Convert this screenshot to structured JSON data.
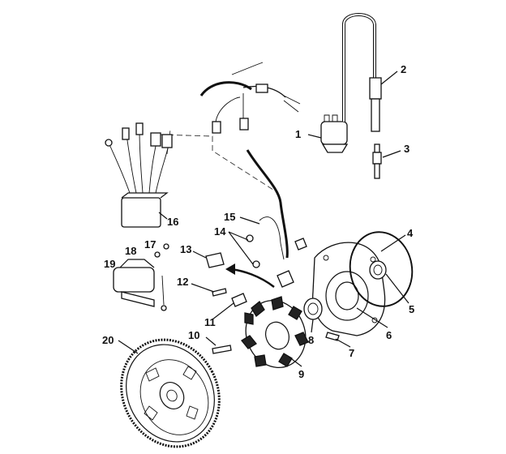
{
  "diagram": {
    "callouts": [
      {
        "id": "1",
        "part": "ignition-coil"
      },
      {
        "id": "2",
        "part": "spark-plug-cap"
      },
      {
        "id": "3",
        "part": "spark-plug"
      },
      {
        "id": "4",
        "part": "o-ring"
      },
      {
        "id": "5",
        "part": "oil-seal"
      },
      {
        "id": "6",
        "part": "stator-plate"
      },
      {
        "id": "7",
        "part": "screw"
      },
      {
        "id": "8",
        "part": "oil-seal-small"
      },
      {
        "id": "9",
        "part": "stator-coil"
      },
      {
        "id": "10",
        "part": "screw"
      },
      {
        "id": "11",
        "part": "wire-clamp"
      },
      {
        "id": "12",
        "part": "screw"
      },
      {
        "id": "13",
        "part": "pulser-coil"
      },
      {
        "id": "14",
        "part": "screw"
      },
      {
        "id": "15",
        "part": "clamp"
      },
      {
        "id": "16",
        "part": "cdi-unit"
      },
      {
        "id": "17",
        "part": "nut"
      },
      {
        "id": "18",
        "part": "washer"
      },
      {
        "id": "19",
        "part": "starter-relay"
      },
      {
        "id": "20",
        "part": "flywheel"
      }
    ]
  }
}
